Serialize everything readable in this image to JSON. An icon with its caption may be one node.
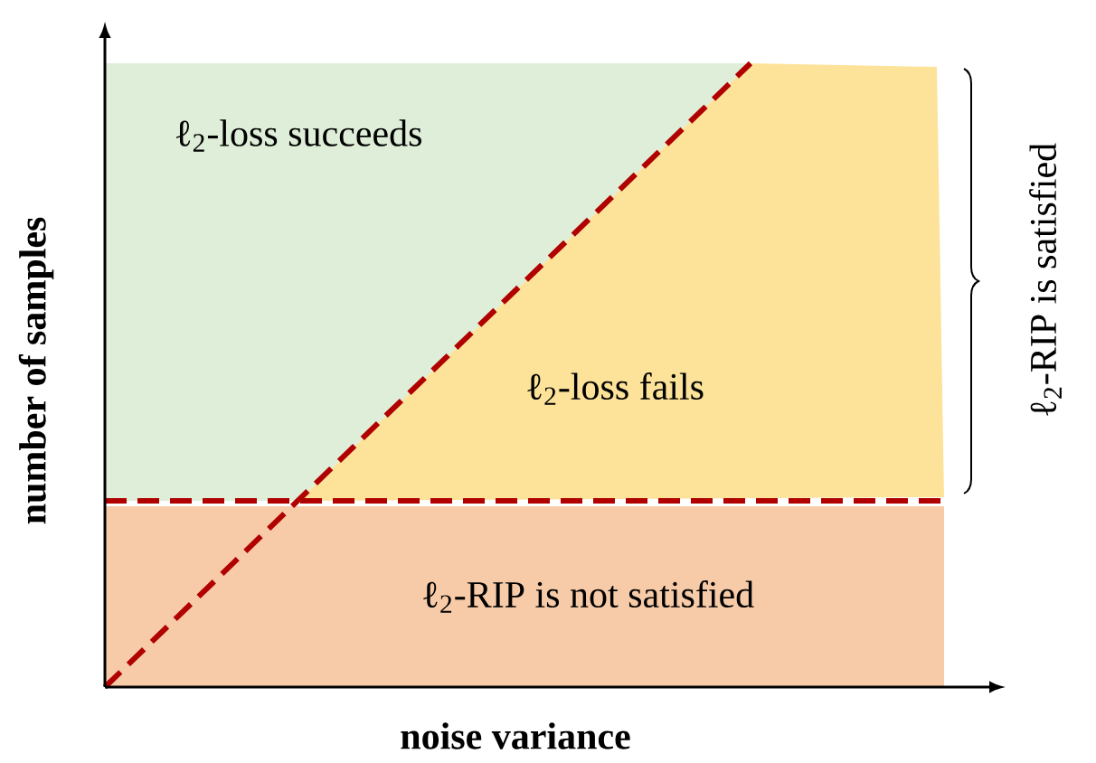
{
  "diagram": {
    "nodes": [
      {
        "text": [
          "ℓ$_{2}$-loss succeeds"
        ]
      },
      {
        "text": [
          "ℓ$_{2}$-loss fails"
        ]
      },
      {
        "text": [
          "ℓ$_{2}$-RIP is not satisfied"
        ]
      }
    ],
    "labels": [
      "ℓ$_{2}$-RIP is satisfied",
      "number of samples",
      "noise variance"
    ]
  }
}
